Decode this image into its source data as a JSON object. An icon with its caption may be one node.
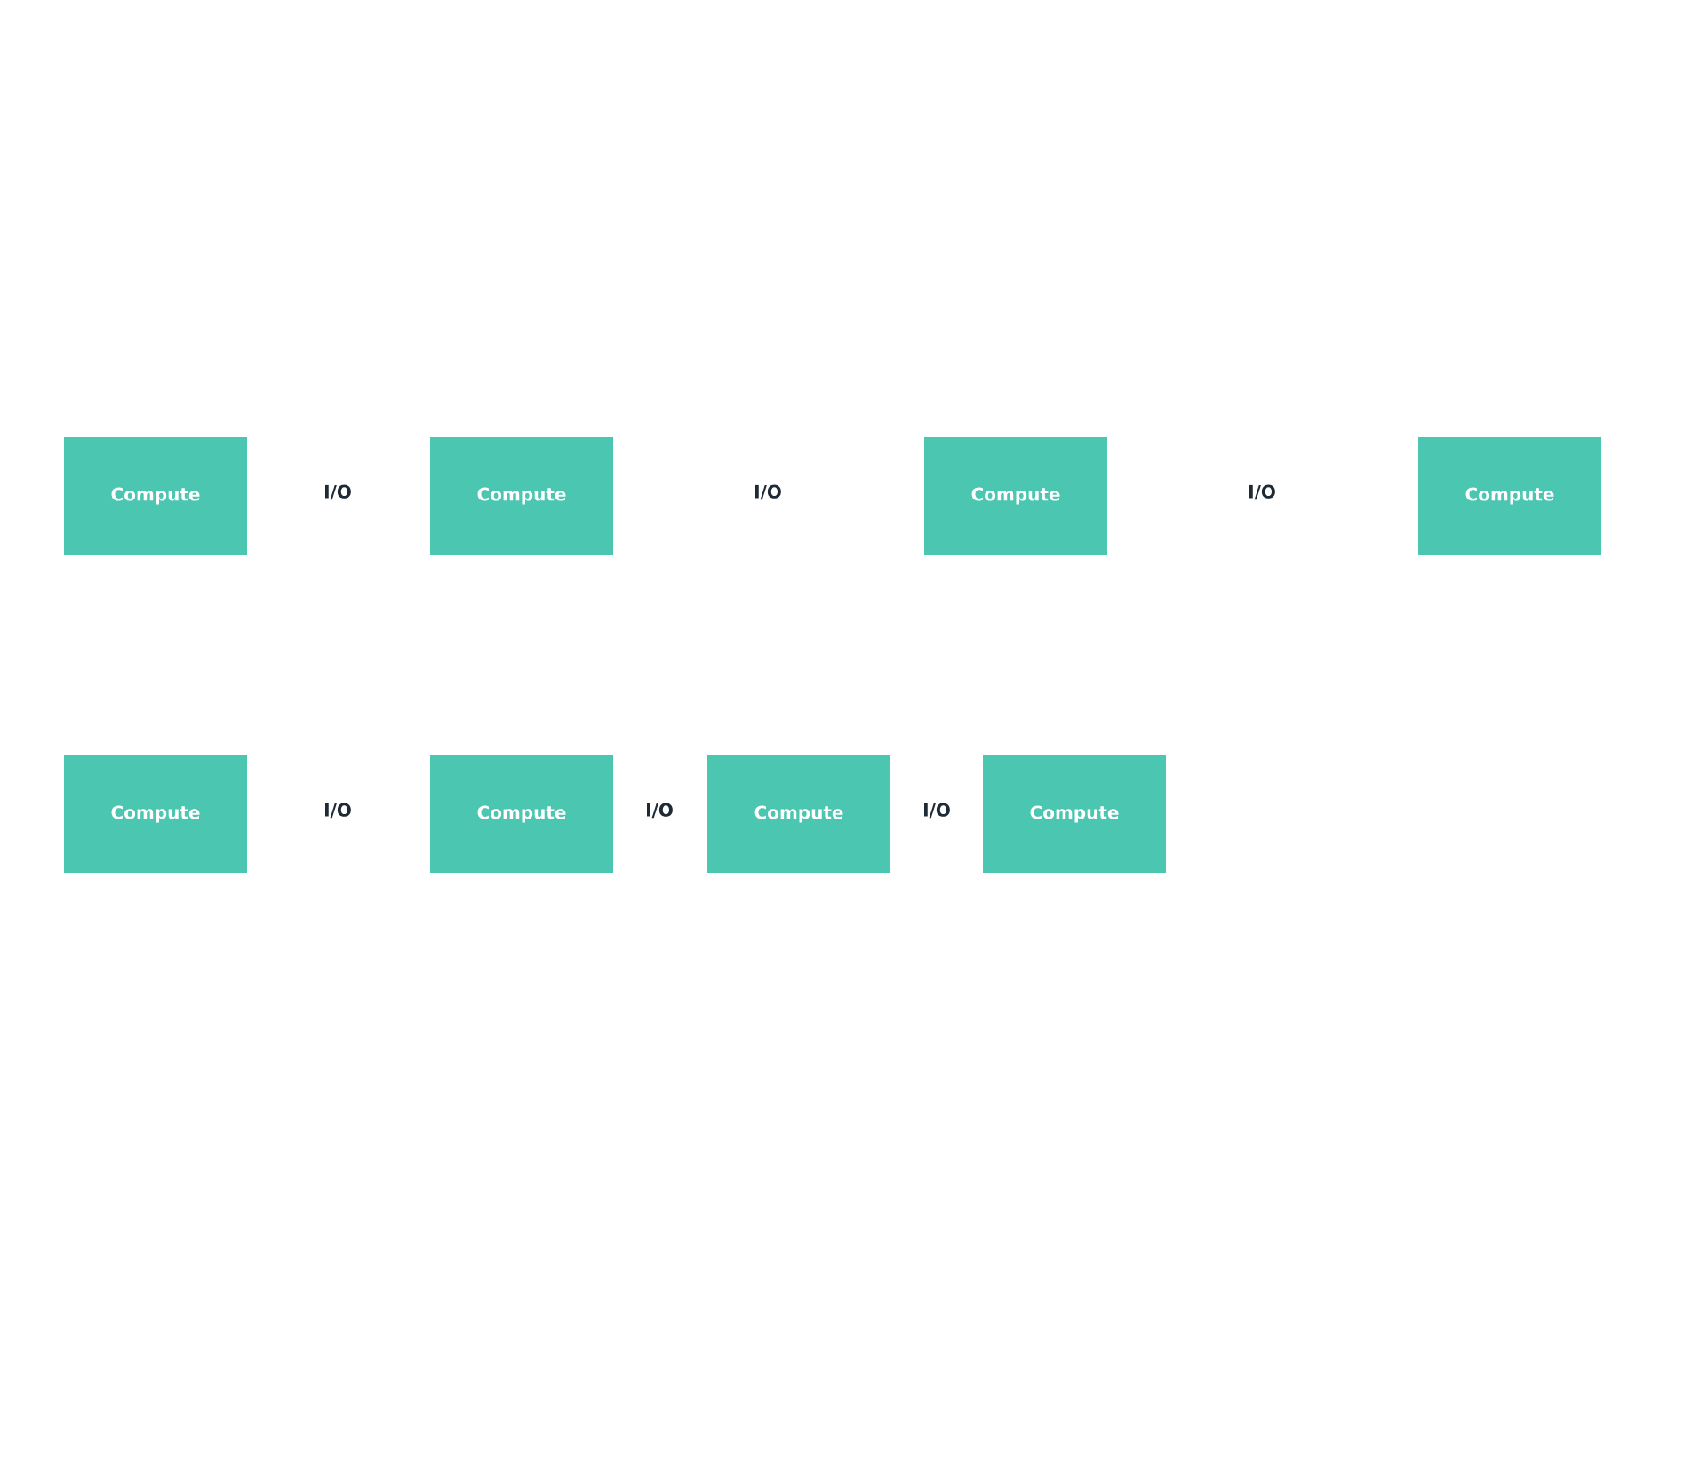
{
  "diagram": {
    "nodes": [
      {
        "text": [
          "Compute"
        ]
      },
      {
        "text": [
          "Compute"
        ]
      },
      {
        "text": [
          "Compute"
        ]
      },
      {
        "text": [
          "Compute"
        ]
      },
      {
        "text": [
          "Compute"
        ]
      },
      {
        "text": [
          "Compute"
        ]
      },
      {
        "text": [
          "Compute"
        ]
      },
      {
        "text": [
          "Compute"
        ]
      }
    ],
    "labels": [
      "I/O",
      "I/O",
      "I/O",
      "I/O",
      "I/O",
      "I/O"
    ]
  }
}
